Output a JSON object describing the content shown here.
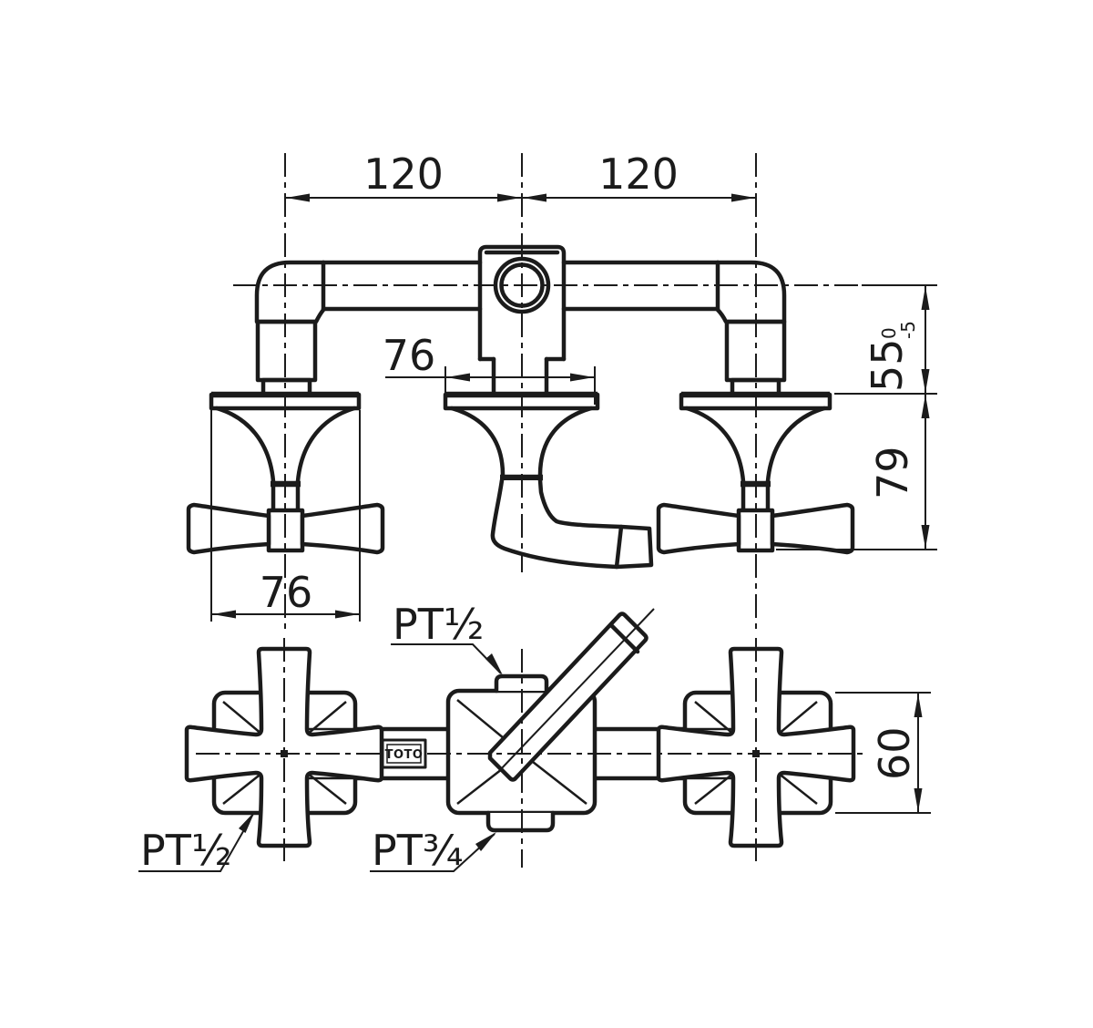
{
  "colors": {
    "background": "#ffffff",
    "ink": "#1b1b1b"
  },
  "brand": {
    "logo_text": "TOTO"
  },
  "front_view": {
    "dim_center_to_left": "120",
    "dim_center_to_right": "120",
    "dim_spout_escutcheon_width": "76",
    "dim_handle_escutcheon_width": "76",
    "dim_pipe_to_escutcheon": {
      "value": "55",
      "upper_tolerance": "0",
      "lower_tolerance": "-5"
    },
    "dim_escutcheon_to_handle_bottom": "79"
  },
  "plan_view": {
    "dim_body_depth": "60",
    "port_top": "PT½",
    "port_handle": "PT½",
    "port_bottom": "PT¾"
  }
}
